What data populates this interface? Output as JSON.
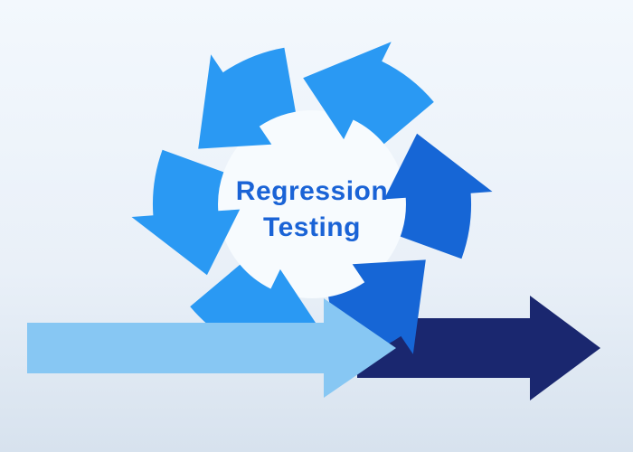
{
  "diagram": {
    "type": "cycle",
    "title": {
      "line1": "Regression",
      "line2": "Testing"
    },
    "direction": "counterclockwise",
    "colors": {
      "background_top": "#f3f8fd",
      "background_mid": "#e9f0f8",
      "background_bottom": "#d7e2ee",
      "center_circle": "#f7fbfe",
      "cycle_bright_blue": "#2a99f3",
      "cycle_royal_blue": "#1666d6",
      "incoming_arrow": "#87c7f3",
      "outgoing_arrow": "#1a276f",
      "title_text": "#1a63d6"
    },
    "cycle_segments": [
      {
        "name": "top",
        "start_angle": 40,
        "color_key": "cycle_bright_blue"
      },
      {
        "name": "upper-left",
        "start_angle": 100,
        "color_key": "cycle_bright_blue"
      },
      {
        "name": "lower-left",
        "start_angle": 160,
        "color_key": "cycle_bright_blue"
      },
      {
        "name": "bottom",
        "start_angle": 220,
        "color_key": "cycle_bright_blue"
      },
      {
        "name": "lower-right",
        "start_angle": 280,
        "color_key": "cycle_royal_blue"
      },
      {
        "name": "upper-right",
        "start_angle": 340,
        "color_key": "cycle_royal_blue"
      }
    ],
    "flow_arrows": [
      {
        "name": "incoming",
        "description": "light blue arrow entering the cycle from the left",
        "color_key": "incoming_arrow"
      },
      {
        "name": "outgoing",
        "description": "dark navy arrow exiting the cycle to the right",
        "color_key": "outgoing_arrow"
      }
    ]
  }
}
